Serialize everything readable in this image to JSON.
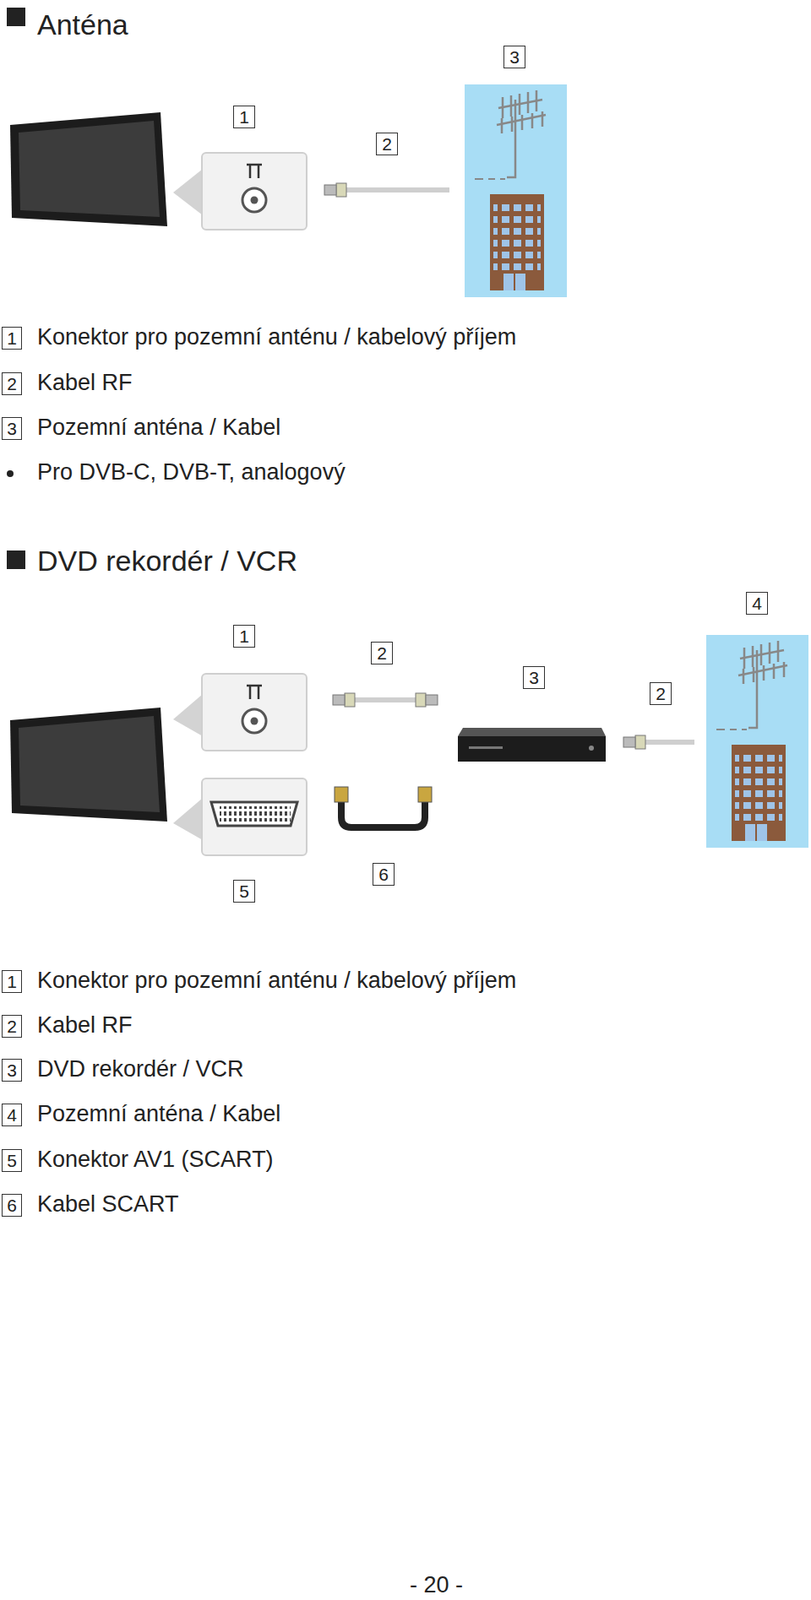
{
  "diagram": {
    "labels": [
      "Anténa",
      "3",
      "1",
      "2",
      "1",
      "Konektor pro pozemní anténu / kabelový příjem",
      "2",
      "Kabel RF",
      "3",
      "Pozemní anténa / Kabel",
      "Pro DVB-C, DVB-T, analogový",
      "DVD rekordér / VCR",
      "4",
      "1",
      "2",
      "3",
      "2",
      "5",
      "6",
      "1",
      "Konektor pro pozemní anténu / kabelový příjem",
      "2",
      "Kabel RF",
      "3",
      "DVD rekordér / VCR",
      "4",
      "Pozemní anténa / Kabel",
      "5",
      "Konektor AV1 (SCART)",
      "6",
      "Kabel SCART",
      "- 20 -"
    ]
  }
}
